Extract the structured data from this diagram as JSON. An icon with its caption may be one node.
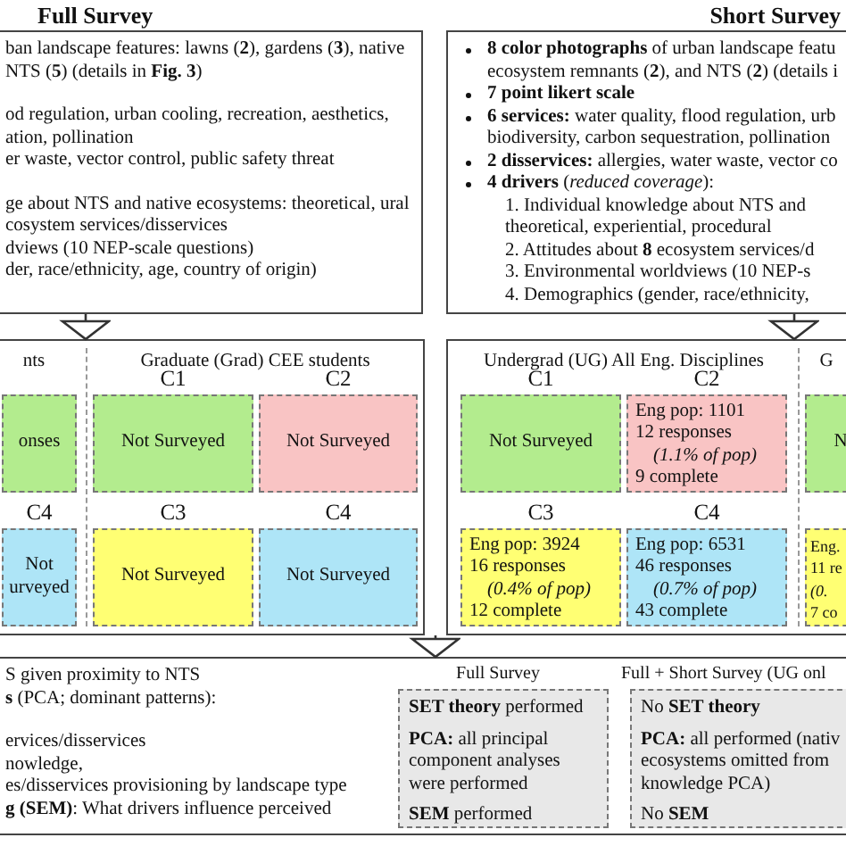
{
  "diagram": {
    "nodes": [
      {
        "text": [
          "Full Survey",
          "ban landscape features: lawns (**2**), gardens (**3**), native NTS (**5**) (details in **Fig. 3**)",
          "od regulation, urban cooling, recreation, aesthetics, ation, pollination",
          "er waste, vector control, public safety threat",
          "ge about NTS and native ecosystems: theoretical, ural",
          "cosystem services/disservices",
          "dviews (10 NEP-scale questions)",
          "der, race/ethnicity, age, country of origin)"
        ]
      },
      {
        "text": [
          "Short Survey",
          "**8 color photographs** of urban landscape featu ecosystem remnants (**2**), and NTS (**2**) (details i",
          "**7 point likert scale**",
          "**6 services:** water quality, flood regulation, urb biodiversity, carbon sequestration, pollination",
          "**2 disservices:** allergies, water waste, vector co",
          "**4 drivers** (*reduced coverage*):",
          "1. Individual knowledge about NTS and theoretical, experiential, procedural",
          "2. Attitudes about **8** ecosystem services/d",
          "3. Environmental worldviews (10 NEP-s",
          "4. Demographics (gender, race/ethnicity,"
        ]
      },
      {
        "text": [
          "nts",
          "Graduate (Grad) CEE students"
        ]
      },
      {
        "text": [
          "onses"
        ],
        "in": 2
      },
      {
        "text": [
          "Not urveyed"
        ],
        "in": 2,
        "beside": [
          "C4"
        ]
      },
      {
        "text": [
          "Not Surveyed"
        ],
        "in": 2,
        "beside": [
          "C1"
        ]
      },
      {
        "text": [
          "Not Surveyed"
        ],
        "in": 2,
        "beside": [
          "C2"
        ]
      },
      {
        "text": [
          "Not Surveyed"
        ],
        "in": 2,
        "beside": [
          "C3"
        ]
      },
      {
        "text": [
          "Not Surveyed"
        ],
        "in": 2,
        "beside": [
          "C4"
        ]
      },
      {
        "text": [
          "Undergrad (UG) All Eng. Disciplines",
          "G"
        ]
      },
      {
        "text": [
          "Not Surveyed"
        ],
        "in": 9,
        "beside": [
          "C1"
        ]
      },
      {
        "text": [
          "Eng pop: 1101",
          "12 responses",
          "*(1.1% of pop)*",
          "9 complete"
        ],
        "in": 9,
        "beside": [
          "C2"
        ]
      },
      {
        "text": [
          "Eng pop: 3924",
          "16 responses",
          "*(0.4% of pop)*",
          "12 complete"
        ],
        "in": 9,
        "beside": [
          "C3"
        ]
      },
      {
        "text": [
          "Eng pop: 6531",
          "46 responses",
          "*(0.7% of pop)*",
          "43 complete"
        ],
        "in": 9,
        "beside": [
          "C4"
        ]
      },
      {
        "text": [
          "N"
        ],
        "in": 9
      },
      {
        "text": [
          "Eng.",
          "11 re",
          "*(0.*",
          "7 co"
        ],
        "in": 9
      },
      {
        "text": [
          "S given proximity to NTS",
          "**s** (PCA; dominant patterns):",
          "ervices/disservices",
          "nowledge,",
          "es/disservices provisioning by landscape type",
          "**g (SEM)**: What drivers influence perceived"
        ]
      },
      {
        "text": [
          "Full Survey",
          "**SET theory** performed",
          "**PCA:** all principal component analyses were performed",
          "**SEM** performed"
        ],
        "in": 16
      },
      {
        "text": [
          "Full + Short Survey (UG onl",
          "No **SET theory**",
          "**PCA:** all performed (nativ ecosystems omitted from knowledge PCA)",
          "No **SEM**"
        ],
        "in": 16
      }
    ],
    "edges": [
      {
        "from": 0,
        "to": 2,
        "arrow": "to"
      },
      {
        "from": 1,
        "to": 9,
        "arrow": "to"
      },
      {
        "from": 2,
        "to": 16,
        "arrow": "to"
      },
      {
        "from": 9,
        "to": 16,
        "arrow": "to"
      }
    ]
  }
}
